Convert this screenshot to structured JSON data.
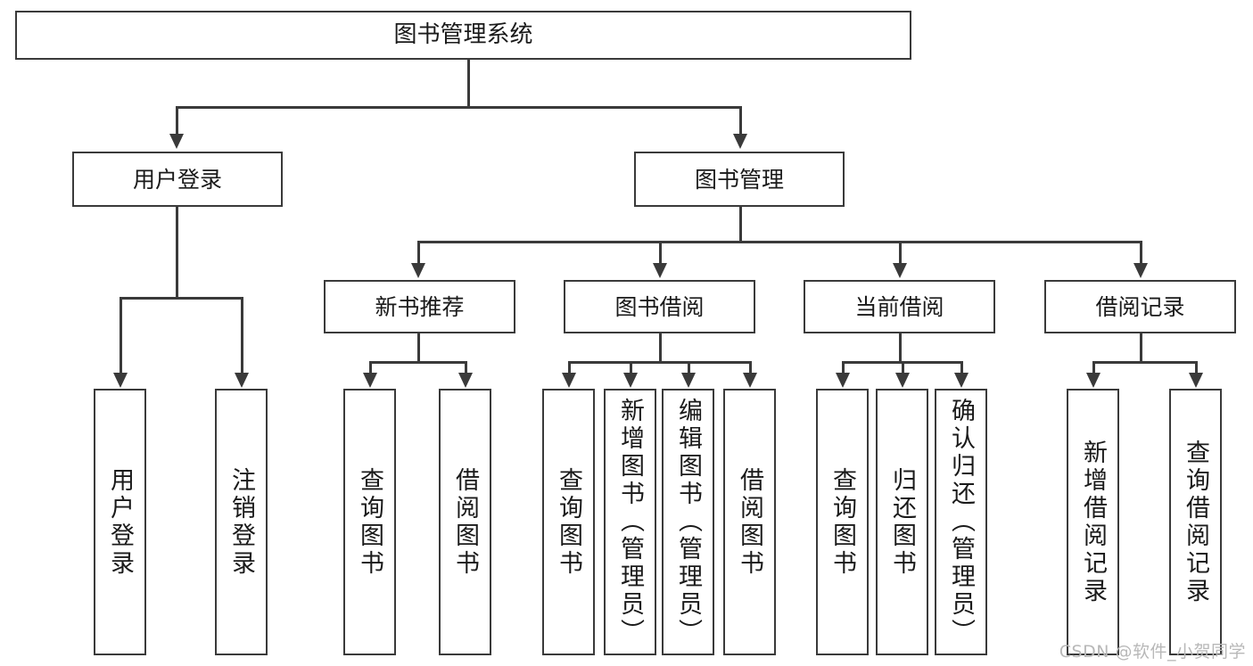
{
  "diagram": {
    "title": "图书管理系统",
    "watermark": "CSDN @软件_小贺同学",
    "colors": {
      "stroke": "#3a3a3a",
      "background": "#ffffff",
      "text": "#1a1a1a",
      "watermark": "#b8b8b8"
    },
    "root": {
      "label": "图书管理系统"
    },
    "level2": [
      {
        "label": "用户登录"
      },
      {
        "label": "图书管理"
      }
    ],
    "level3": [
      {
        "label": "新书推荐"
      },
      {
        "label": "图书借阅"
      },
      {
        "label": "当前借阅"
      },
      {
        "label": "借阅记录"
      }
    ],
    "leaves": {
      "user_login": [
        {
          "label": "用户登录"
        },
        {
          "label": "注销登录"
        }
      ],
      "new_book_recommend": [
        {
          "label": "查询图书"
        },
        {
          "label": "借阅图书"
        }
      ],
      "book_borrow": [
        {
          "label": "查询图书"
        },
        {
          "label": "新增图书（管理员）"
        },
        {
          "label": "编辑图书（管理员）"
        },
        {
          "label": "借阅图书"
        }
      ],
      "current_borrow": [
        {
          "label": "查询图书"
        },
        {
          "label": "归还图书"
        },
        {
          "label": "确认归还（管理员）"
        }
      ],
      "borrow_record": [
        {
          "label": "新增借阅记录"
        },
        {
          "label": "查询借阅记录"
        }
      ]
    }
  }
}
